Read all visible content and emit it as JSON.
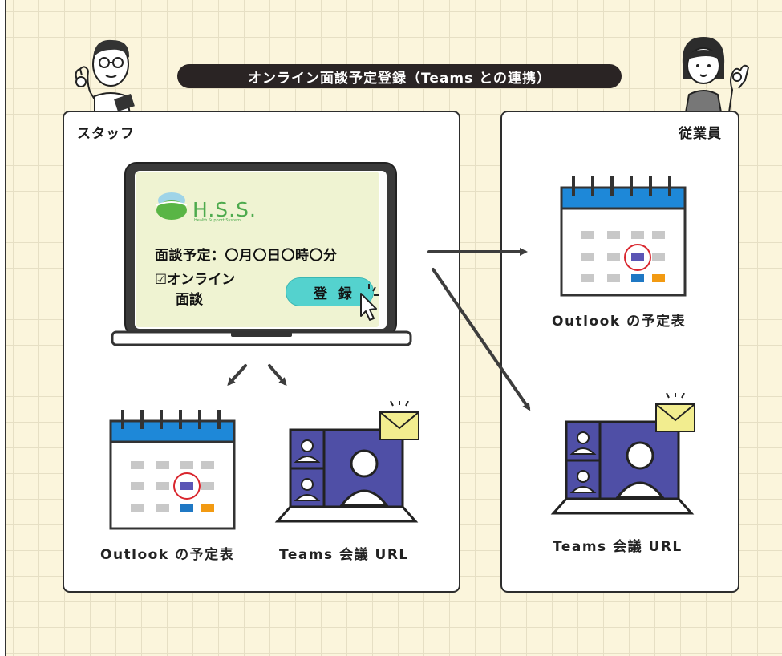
{
  "title": "オンライン面談予定登録（Teams との連携）",
  "staff_panel": {
    "label": "スタッフ",
    "laptop": {
      "logo_text": "H.S.S.",
      "logo_subtext": "Health Support System",
      "appointment_text": "面談予定：〇月〇日〇時〇分",
      "checkbox_label": "☑オンライン",
      "checkbox_label_line2": "面談",
      "register_button": "登 録"
    },
    "calendar_caption": "Outlook の予定表",
    "teams_caption": "Teams 会議 URL"
  },
  "employee_panel": {
    "label": "従業員",
    "calendar_caption": "Outlook の予定表",
    "teams_caption": "Teams 会議 URL"
  },
  "colors": {
    "background": "#fbf5dc",
    "banner": "#2a2424",
    "calendar_header": "#1e88d8",
    "event_purple": "#5b55b5",
    "event_blue": "#1f78c4",
    "event_orange": "#f29a12",
    "highlight_circle": "#d9262e",
    "teams_screen": "#4f4fa6",
    "envelope": "#f2ed8f",
    "button": "#54d2ce"
  }
}
